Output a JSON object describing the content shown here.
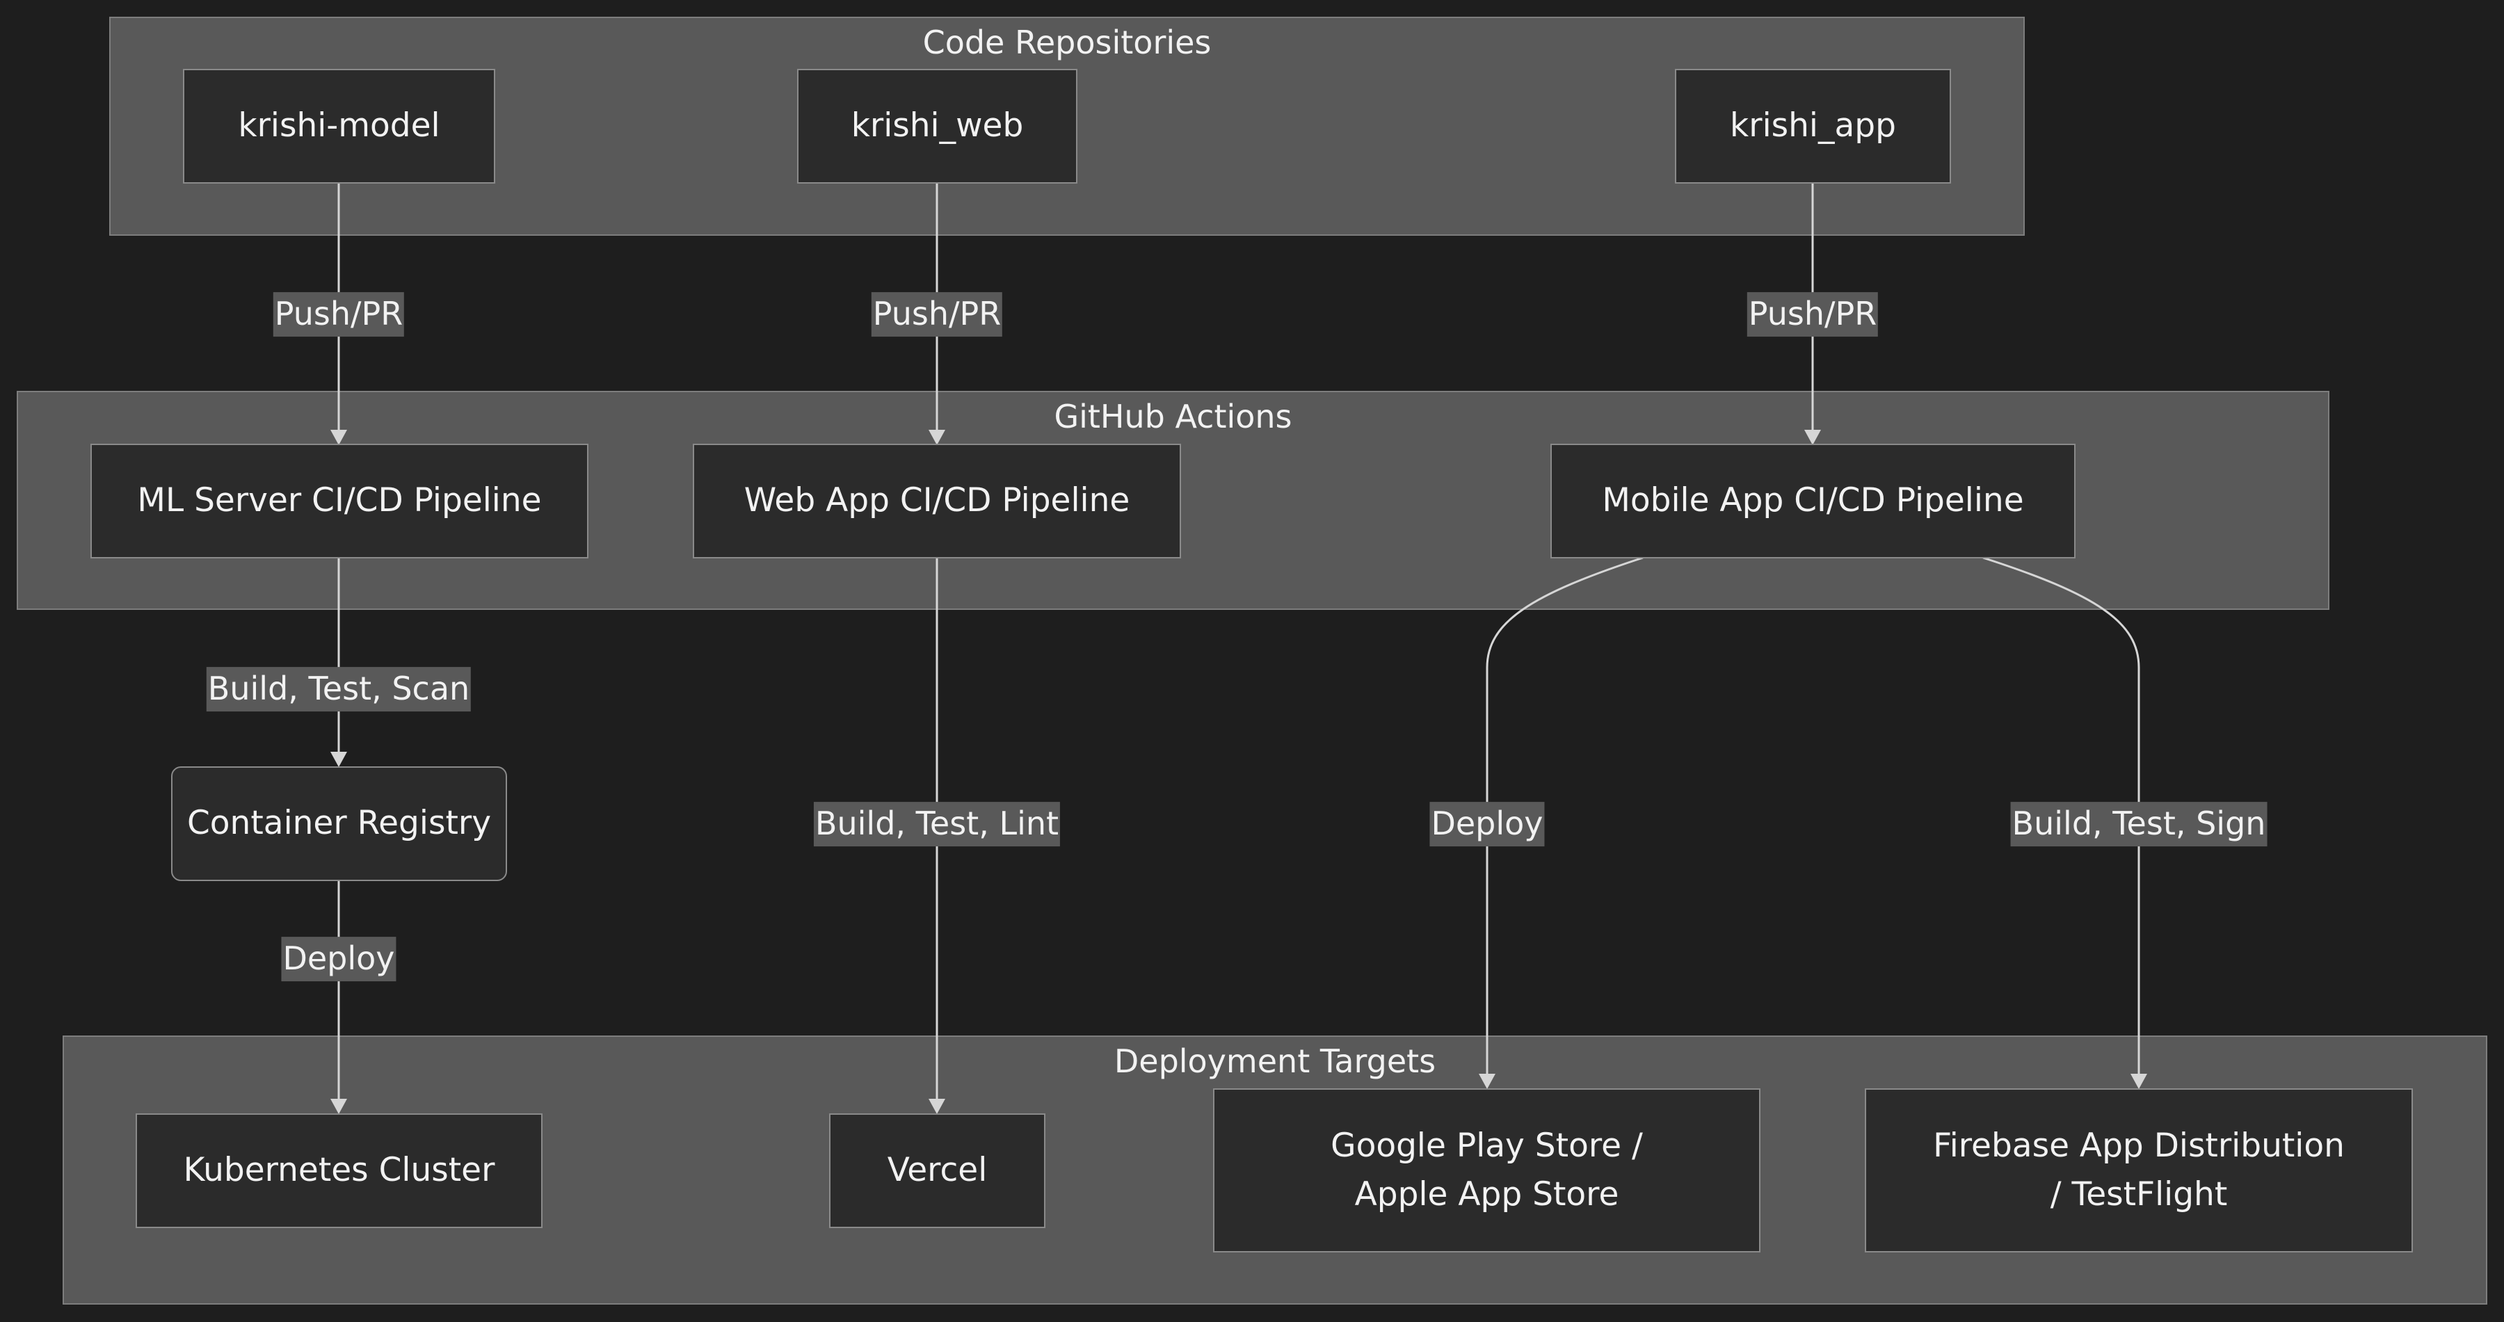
{
  "clusters": {
    "code_repositories": "Code Repositories",
    "github_actions": "GitHub Actions",
    "deployment_targets": "Deployment Targets"
  },
  "nodes": {
    "krishi_model": "krishi-model",
    "krishi_web": "krishi_web",
    "krishi_app": "krishi_app",
    "ml_pipeline": "ML Server CI/CD Pipeline",
    "web_pipeline": "Web App CI/CD Pipeline",
    "mobile_pipeline": "Mobile App CI/CD Pipeline",
    "container_registry": "Container Registry",
    "kubernetes": "Kubernetes Cluster",
    "vercel": "Vercel",
    "app_stores": "Google Play Store / Apple App Store",
    "firebase": "Firebase App Distribution / TestFlight"
  },
  "edges": {
    "model_push": "Push/PR",
    "web_push": "Push/PR",
    "app_push": "Push/PR",
    "ml_build": "Build, Test, Scan",
    "registry_deploy": "Deploy",
    "web_build": "Build, Test, Lint",
    "mobile_deploy": "Deploy",
    "mobile_build": "Build, Test, Sign"
  },
  "colors": {
    "background": "#1e1e1e",
    "cluster_fill": "#595959",
    "node_fill": "#2b2b2b",
    "edge": "#d6d6d6",
    "text": "#f2f2f2"
  }
}
